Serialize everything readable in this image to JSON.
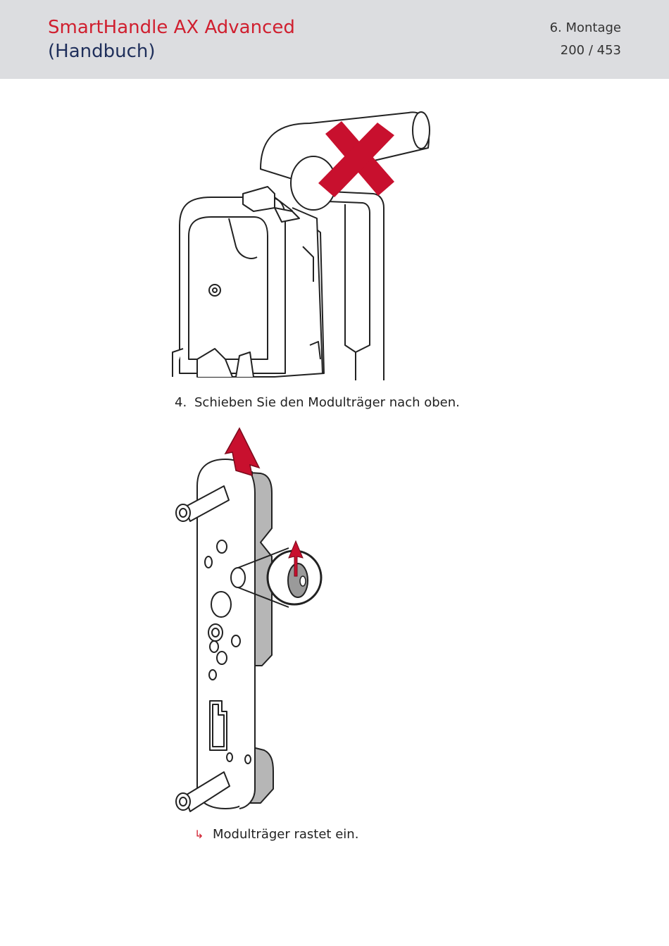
{
  "header": {
    "title": "SmartHandle AX Advanced",
    "subtitle": "(Handbuch)",
    "chapter": "6. Montage",
    "page": "200 / 453"
  },
  "content": {
    "step_number": "4.",
    "step_text": "Schieben Sie den Modulträger nach oben.",
    "result_icon": "result-arrow-icon",
    "result_text": "Modulträger rastet ein."
  },
  "colors": {
    "brand_red": "#d01f2f",
    "navy": "#1f2f5b",
    "header_bg": "#dcdde0"
  }
}
